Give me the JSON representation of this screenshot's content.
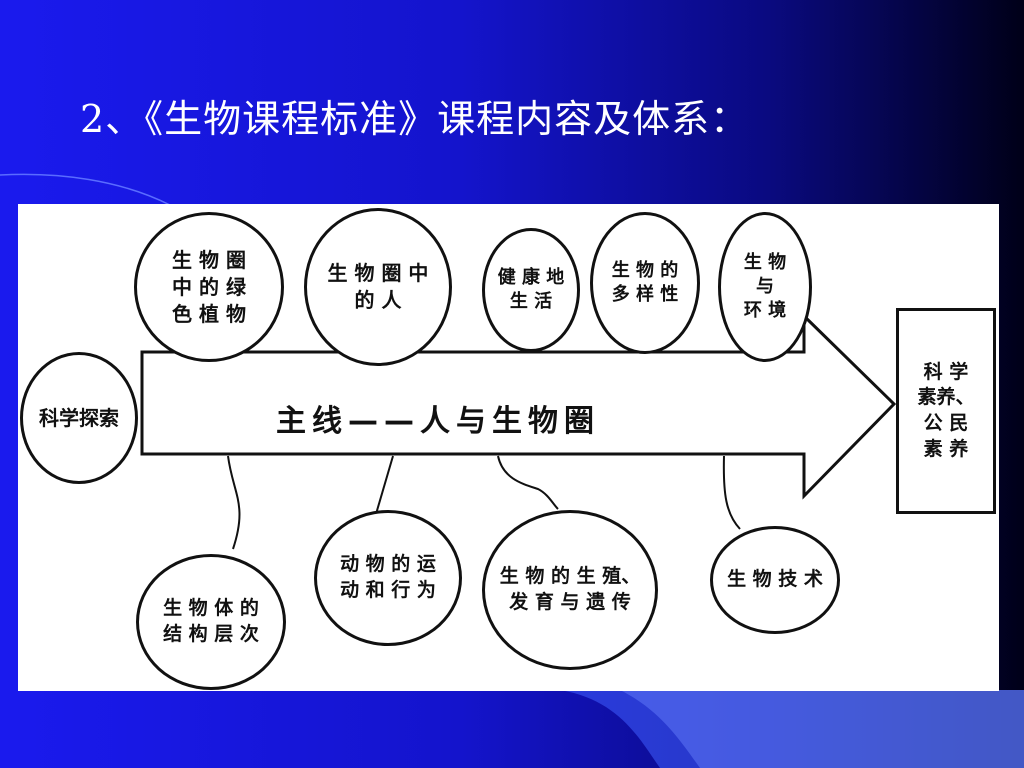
{
  "slide": {
    "title": "2、《生物课程标准》课程内容及体系："
  },
  "diagram": {
    "main_line": "主线——人与生物圈",
    "left_node": "科学探索",
    "right_node": "科 学\n素养、\n公 民\n素 养",
    "top_nodes": [
      "生 物 圈\n中 的 绿\n色 植 物",
      "生 物 圈 中\n的 人",
      "健 康 地\n生 活",
      "生 物 的\n多 样 性",
      "生 物\n与\n环 境"
    ],
    "bottom_nodes": [
      "生 物 体 的\n结 构 层 次",
      "动 物 的 运\n动 和 行 为",
      "生 物 的 生 殖、\n发 育 与 遗 传",
      "生 物 技 术"
    ]
  },
  "colors": {
    "background_left": "#1a1aee",
    "background_right": "#000018",
    "panel": "#ffffff",
    "ink": "#111111",
    "title_text": "#ffffff"
  }
}
